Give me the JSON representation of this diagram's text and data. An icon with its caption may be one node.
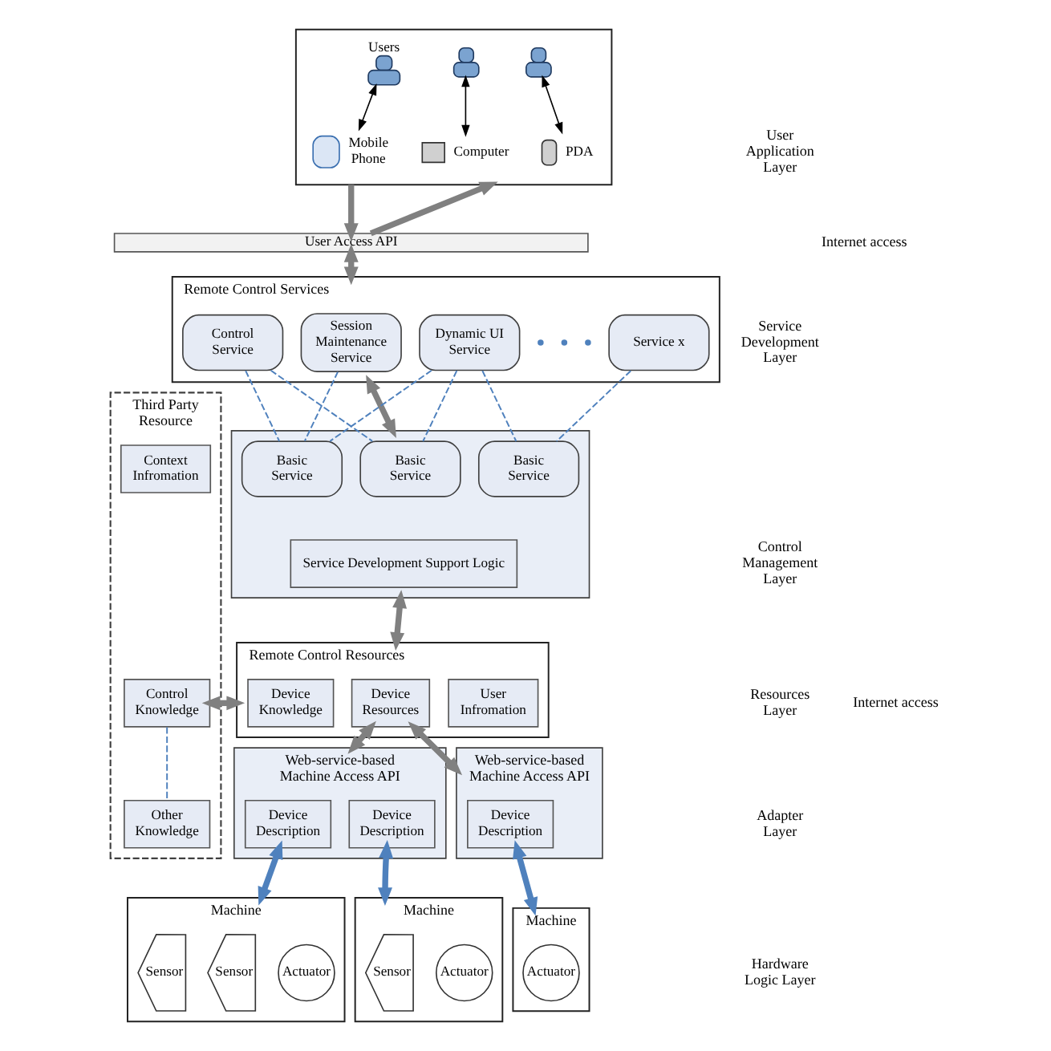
{
  "diagram": {
    "nodes": [
      {
        "text": [],
        "shape": "box"
      },
      {
        "text": [],
        "shape": "person",
        "in": 0,
        "beside": [
          "Users"
        ]
      },
      {
        "text": [
          "Mobile Phone"
        ],
        "in": 0
      },
      {
        "text": [],
        "shape": "person",
        "in": 0
      },
      {
        "text": [
          "Computer"
        ],
        "in": 0
      },
      {
        "text": [],
        "shape": "person",
        "in": 0
      },
      {
        "text": [
          "PDA"
        ],
        "in": 0
      },
      {
        "text": [
          "User Access API"
        ]
      },
      {
        "text": [
          "Remote Control Services"
        ]
      },
      {
        "text": [
          "Control Service"
        ],
        "in": 8
      },
      {
        "text": [
          "Session Maintenance Service"
        ],
        "in": 8
      },
      {
        "text": [
          "Dynamic UI Service"
        ],
        "in": 8
      },
      {
        "text": [
          "Service x"
        ],
        "in": 8
      },
      {
        "text": [],
        "shape": "box"
      },
      {
        "text": [
          "Basic Service"
        ],
        "in": 13
      },
      {
        "text": [
          "Basic Service"
        ],
        "in": 13
      },
      {
        "text": [
          "Basic Service"
        ],
        "in": 13
      },
      {
        "text": [
          "Service Development Support Logic"
        ],
        "in": 13
      },
      {
        "text": [
          "Third Party Resource"
        ]
      },
      {
        "text": [
          "Context Infromation"
        ],
        "in": 18
      },
      {
        "text": [
          "Control Knowledge"
        ],
        "in": 18
      },
      {
        "text": [
          "Other Knowledge"
        ],
        "in": 18
      },
      {
        "text": [
          "Remote Control Resources"
        ]
      },
      {
        "text": [
          "Device Knowledge"
        ],
        "in": 22
      },
      {
        "text": [
          "Device Resources"
        ],
        "in": 22
      },
      {
        "text": [
          "User Infromation"
        ],
        "in": 22
      },
      {
        "text": [
          "Web-service-based Machine Access API"
        ]
      },
      {
        "text": [
          "Device Description"
        ],
        "in": 26
      },
      {
        "text": [
          "Device Description"
        ],
        "in": 26
      },
      {
        "text": [
          "Web-service-based Machine Access API"
        ]
      },
      {
        "text": [
          "Device Description"
        ],
        "in": 29
      },
      {
        "text": [
          "Machine"
        ]
      },
      {
        "text": [
          "Sensor"
        ],
        "in": 31
      },
      {
        "text": [
          "Sensor"
        ],
        "in": 31
      },
      {
        "text": [
          "Actuator"
        ],
        "in": 31
      },
      {
        "text": [
          "Machine"
        ]
      },
      {
        "text": [
          "Sensor"
        ],
        "in": 35
      },
      {
        "text": [
          "Actuator"
        ],
        "in": 35
      },
      {
        "text": [
          "Machine"
        ]
      },
      {
        "text": [
          "Actuator"
        ],
        "in": 38
      }
    ],
    "edges": [
      {
        "from": 1,
        "to": 2,
        "arrow": "both",
        "color": "#000000"
      },
      {
        "from": 3,
        "to": 4,
        "arrow": "both",
        "color": "#000000"
      },
      {
        "from": 5,
        "to": 6,
        "arrow": "both",
        "color": "#000000"
      },
      {
        "from": 0,
        "to": 7,
        "arrow": "to",
        "style": "thick",
        "color": "#808080"
      },
      {
        "from": 7,
        "to": 0,
        "arrow": "to",
        "style": "thick",
        "color": "#808080"
      },
      {
        "from": 7,
        "to": 8,
        "arrow": "both",
        "style": "thick",
        "color": "#808080"
      },
      {
        "from": 9,
        "to": 14,
        "arrow": "none",
        "style": "dashed",
        "color": "#4f81bd"
      },
      {
        "from": 9,
        "to": 15,
        "arrow": "none",
        "style": "dashed",
        "color": "#4f81bd"
      },
      {
        "from": 10,
        "to": 14,
        "arrow": "none",
        "style": "dashed",
        "color": "#4f81bd"
      },
      {
        "from": 11,
        "to": 14,
        "arrow": "none",
        "style": "dashed",
        "color": "#4f81bd"
      },
      {
        "from": 11,
        "to": 15,
        "arrow": "none",
        "style": "dashed",
        "color": "#4f81bd"
      },
      {
        "from": 11,
        "to": 16,
        "arrow": "none",
        "style": "dashed",
        "color": "#4f81bd"
      },
      {
        "from": 12,
        "to": 16,
        "arrow": "none",
        "style": "dashed",
        "color": "#4f81bd"
      },
      {
        "from": 8,
        "to": 13,
        "arrow": "both",
        "style": "thick",
        "color": "#808080"
      },
      {
        "from": 13,
        "to": 22,
        "arrow": "both",
        "style": "thick",
        "color": "#808080"
      },
      {
        "from": 20,
        "to": 22,
        "arrow": "both",
        "style": "thick",
        "color": "#808080"
      },
      {
        "from": 20,
        "to": 21,
        "arrow": "none",
        "style": "dashed",
        "color": "#4f81bd"
      },
      {
        "from": 24,
        "to": 26,
        "arrow": "both",
        "style": "thick",
        "color": "#808080"
      },
      {
        "from": 24,
        "to": 29,
        "arrow": "both",
        "style": "thick",
        "color": "#808080"
      },
      {
        "from": 27,
        "to": 31,
        "arrow": "both",
        "style": "thick",
        "color": "#4f81bd"
      },
      {
        "from": 28,
        "to": 35,
        "arrow": "both",
        "style": "thick",
        "color": "#4f81bd"
      },
      {
        "from": 30,
        "to": 38,
        "arrow": "both",
        "style": "thick",
        "color": "#4f81bd"
      }
    ],
    "labels": [
      "User Application Layer",
      "Internet access",
      "Service Development Layer",
      "Control Management Layer",
      "Resources Layer",
      "Internet access",
      "Adapter Layer",
      "Hardware Logic Layer"
    ]
  }
}
